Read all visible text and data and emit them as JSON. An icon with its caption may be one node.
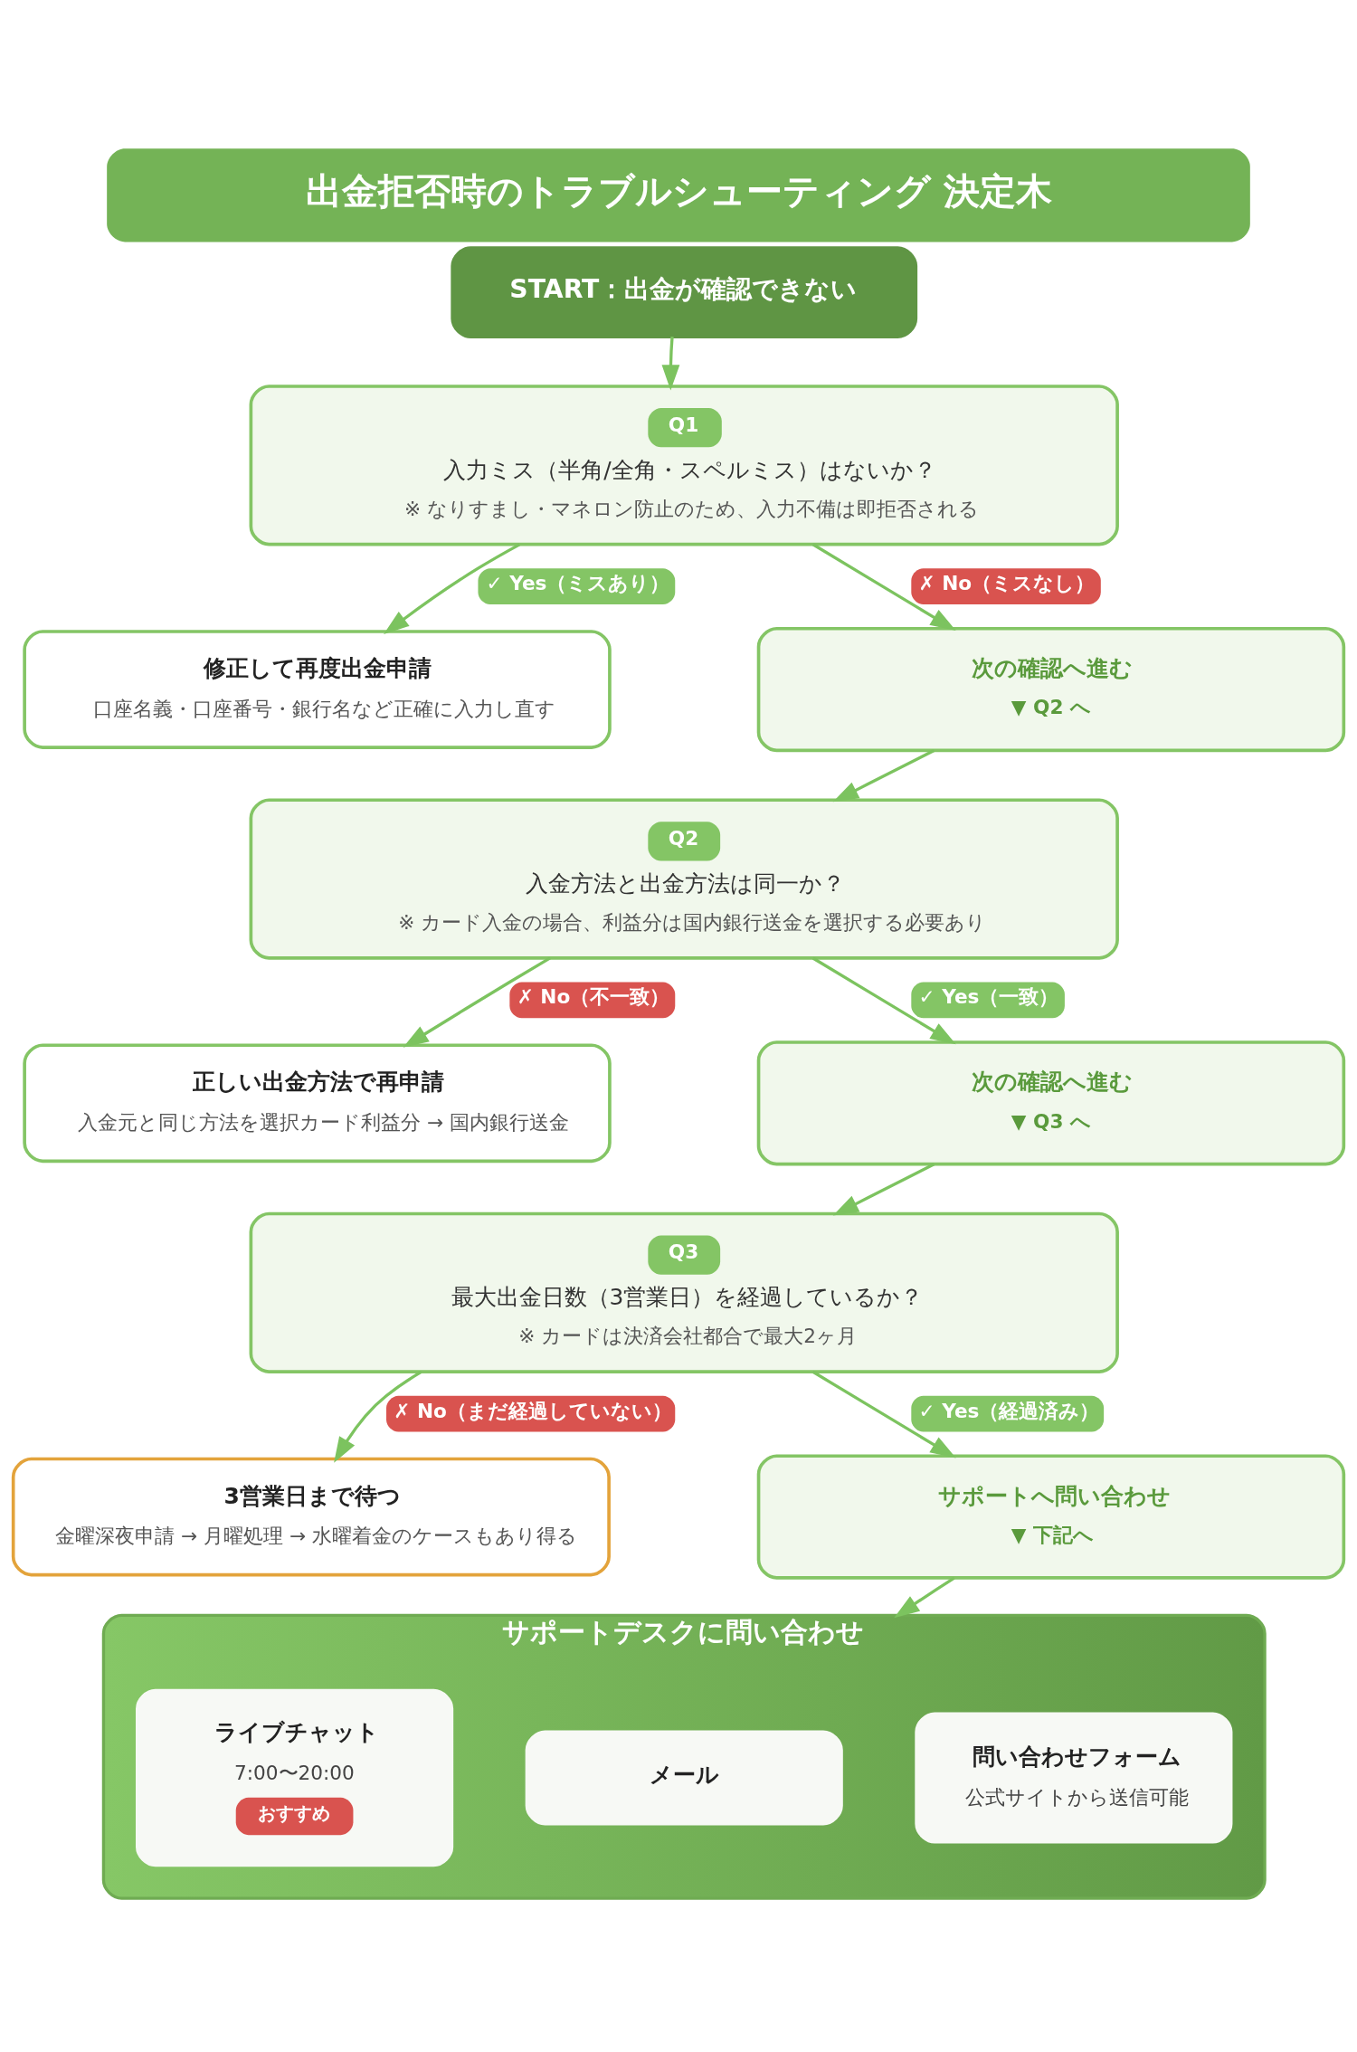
{
  "diagram": {
    "title": "出金拒否時のトラブルシューティング 決定木",
    "nodes": [
      {
        "text": [
          "START：出金が確認できない"
        ]
      },
      {
        "text": [
          "Q1",
          "入力ミス（半角/全角・スペルミス）はないか？",
          "※ なりすまし・マネロン防止のため、入力不備は即拒否される"
        ]
      },
      {
        "text": [
          "修正して再度出金申請",
          "口座名義・口座番号・銀行名など正確に入力し直す"
        ]
      },
      {
        "text": [
          "次の確認へ進む",
          "▼ Q2 へ"
        ]
      },
      {
        "text": [
          "Q2",
          "入金方法と出金方法は同一か？",
          "※ カード入金の場合、利益分は国内銀行送金を選択する必要あり"
        ]
      },
      {
        "text": [
          "正しい出金方法で再申請",
          "入金元と同じ方法を選択カード利益分 → 国内銀行送金"
        ]
      },
      {
        "text": [
          "次の確認へ進む",
          "▼ Q3 へ"
        ]
      },
      {
        "text": [
          "Q3",
          "最大出金日数（3営業日）を経過しているか？",
          "※ カードは決済会社都合で最大2ヶ月"
        ]
      },
      {
        "text": [
          "3営業日まで待つ",
          "金曜深夜申請 → 月曜処理 → 水曜着金のケースもあり得る"
        ]
      },
      {
        "text": [
          "サポートへ問い合わせ",
          "▼ 下記へ"
        ]
      },
      {
        "text": [
          "サポートデスクに問い合わせ"
        ]
      },
      {
        "text": [
          "ライブチャット",
          "7:00〜20:00",
          "おすすめ"
        ],
        "in": 10
      },
      {
        "text": [
          "メール"
        ],
        "in": 10
      },
      {
        "text": [
          "問い合わせフォーム",
          "公式サイトから送信可能"
        ],
        "in": 10
      }
    ],
    "edges": [
      {
        "from": 0,
        "to": 1,
        "arrow": "to"
      },
      {
        "from": 1,
        "to": 2,
        "arrow": "to",
        "label": "✓ Yes（ミスあり）"
      },
      {
        "from": 1,
        "to": 3,
        "arrow": "to",
        "label": "✗ No（ミスなし）"
      },
      {
        "from": 3,
        "to": 4,
        "arrow": "to"
      },
      {
        "from": 4,
        "to": 5,
        "arrow": "to",
        "label": "✗ No（不一致）"
      },
      {
        "from": 4,
        "to": 6,
        "arrow": "to",
        "label": "✓ Yes（一致）"
      },
      {
        "from": 6,
        "to": 7,
        "arrow": "to"
      },
      {
        "from": 7,
        "to": 8,
        "arrow": "to",
        "label": "✗ No（まだ経過していない）"
      },
      {
        "from": 7,
        "to": 9,
        "arrow": "to",
        "label": "✓ Yes（経過済み）"
      },
      {
        "from": 9,
        "to": 10,
        "arrow": "to"
      }
    ]
  }
}
